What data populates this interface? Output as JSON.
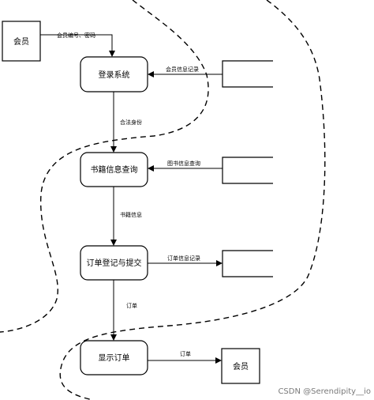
{
  "nodes": {
    "member_source": "会员",
    "login": "登录系统",
    "book_query": "书籍信息查询",
    "order_submit": "订单登记与提交",
    "show_order": "显示订单",
    "member_sink": "会员"
  },
  "edges": {
    "member_to_login": "会员编号、密码",
    "member_records_to_login": "会员信息记录",
    "login_to_query": "合法身份",
    "book_store_to_query": "图书信息查询",
    "query_to_order": "书籍信息",
    "order_to_store": "订单信息记录",
    "order_to_show": "订单",
    "show_to_member": "订单"
  },
  "watermark": "CSDN @Serendipity__io",
  "colors": {
    "stroke": "#000000",
    "watermark": "#7a7a7a",
    "background": "#ffffff"
  }
}
